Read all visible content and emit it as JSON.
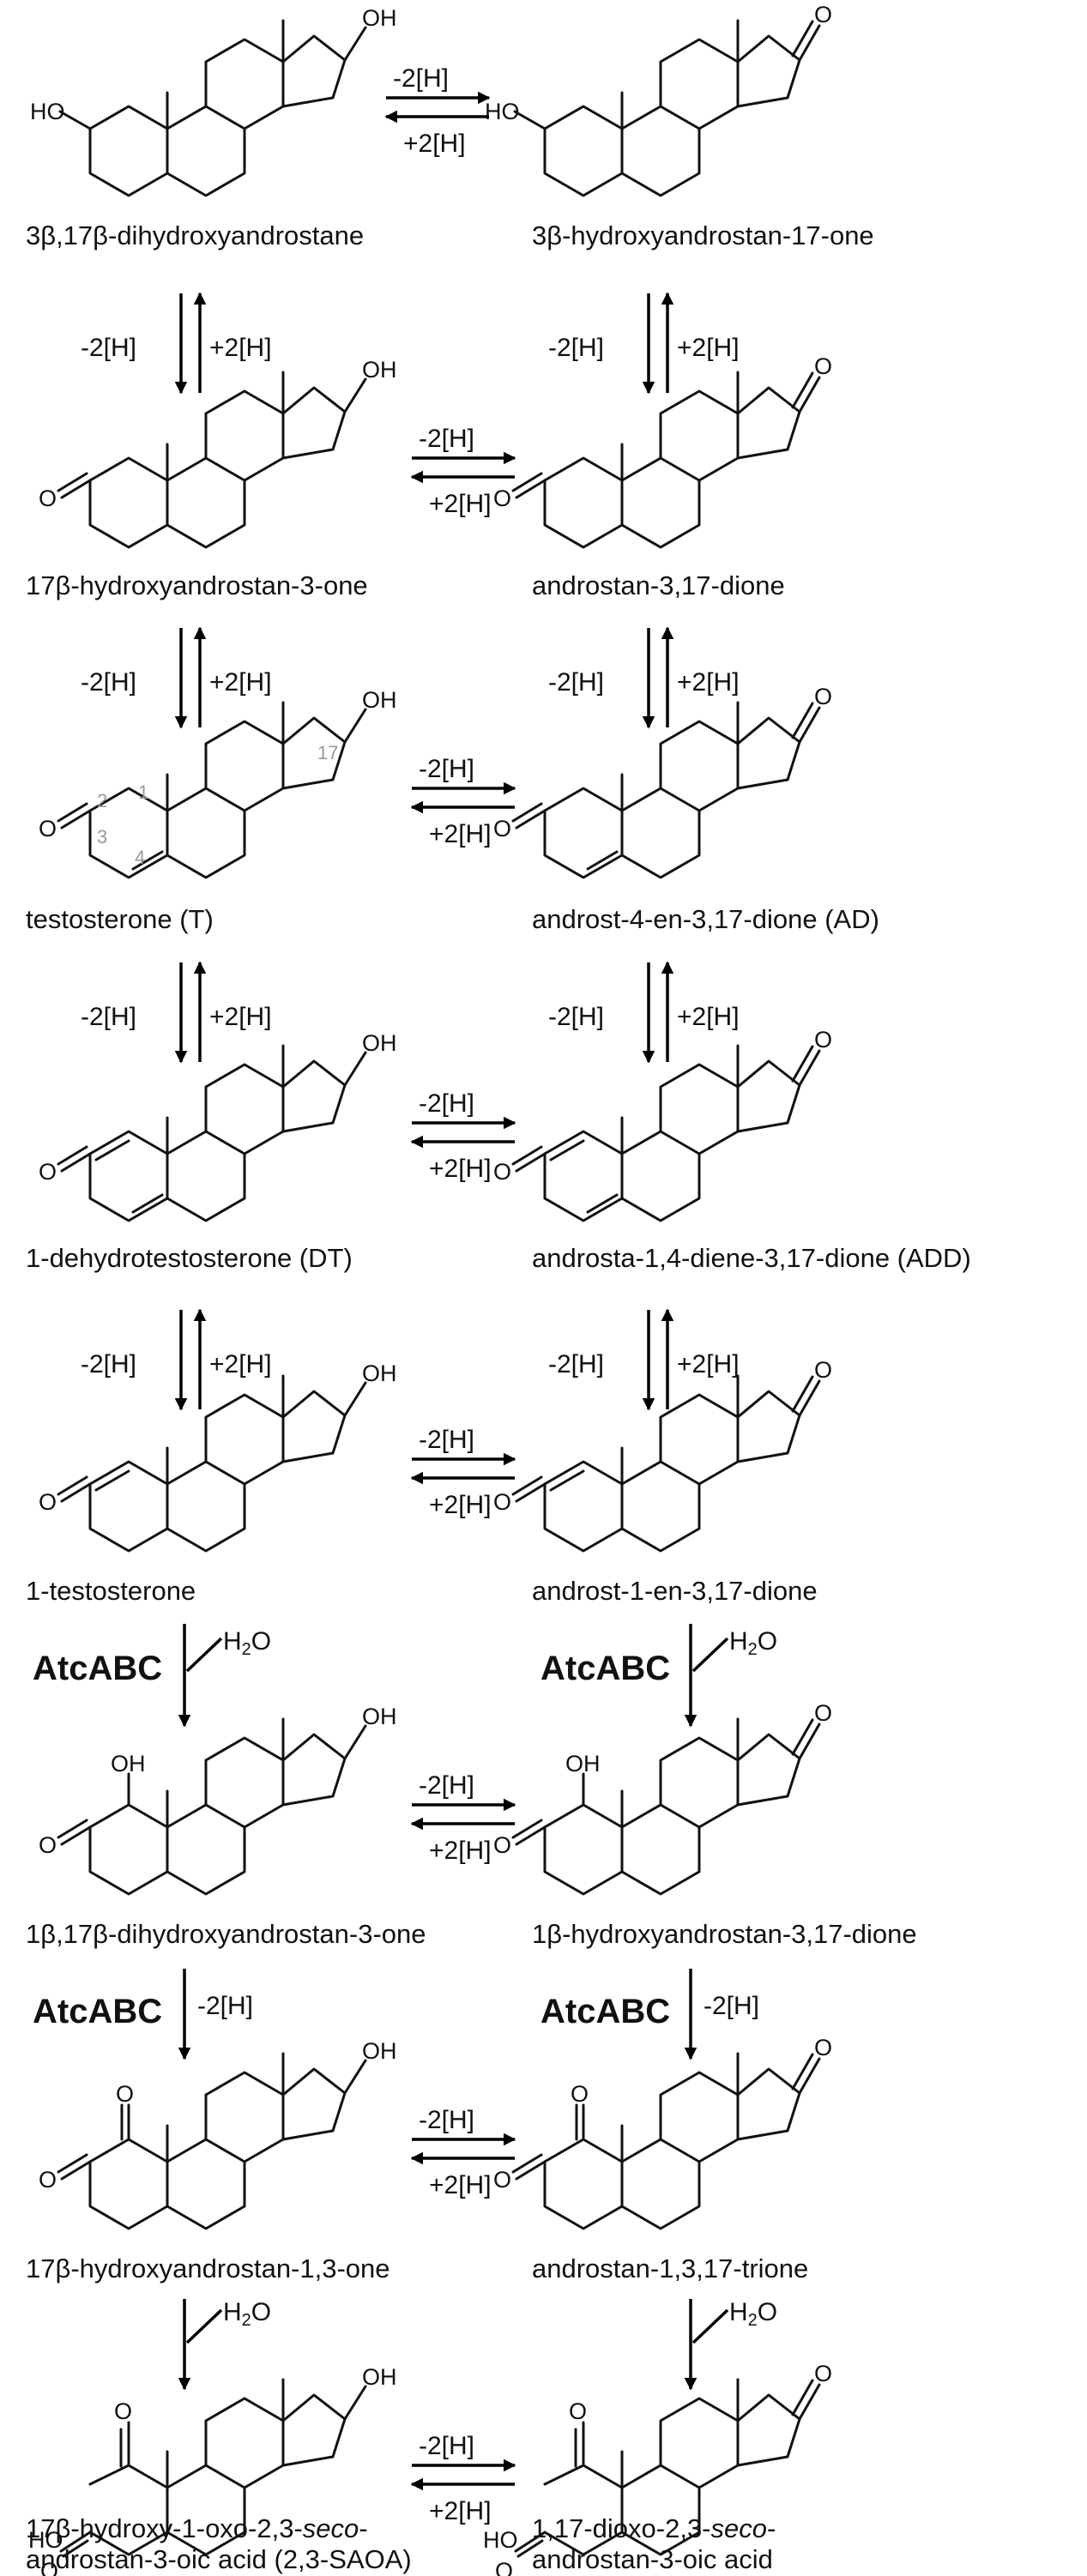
{
  "conditions": {
    "ox": "-2[H]",
    "red": "+2[H]",
    "water": "H2O",
    "water_main": "H",
    "water_sub": "2",
    "water_tail": "O"
  },
  "atoms": {
    "oh": "OH",
    "ho": "HO",
    "o": "O"
  },
  "enzyme": "AtcABC",
  "numbering": [
    "1",
    "2",
    "3",
    "4",
    "17"
  ],
  "compounds": {
    "c1": {
      "label": "3β,17β-dihydroxyandrostane"
    },
    "c2": {
      "label": "3β-hydroxyandrostan-17-one"
    },
    "c3": {
      "label": "17β-hydroxyandrostan-3-one"
    },
    "c4": {
      "label": "androstan-3,17-dione"
    },
    "c5": {
      "label": "testosterone (T)"
    },
    "c6": {
      "label": "androst-4-en-3,17-dione   (AD)"
    },
    "c7": {
      "label": "1-dehydrotestosterone   (DT)"
    },
    "c8": {
      "label": "androsta-1,4-diene-3,17-dione   (ADD)"
    },
    "c9": {
      "label": "1-testosterone"
    },
    "c10": {
      "label": "androst-1-en-3,17-dione"
    },
    "c11": {
      "label": "1β,17β-dihydroxyandrostan-3-one"
    },
    "c12": {
      "label": "1β-hydroxyandrostan-3,17-dione"
    },
    "c13": {
      "label": "17β-hydroxyandrostan-1,3-one"
    },
    "c14": {
      "label": "androstan-1,3,17-trione"
    },
    "c15": {
      "label_line1_a": "17β-hydroxy-1-oxo-2,3-",
      "label_line1_b": "seco",
      "label_line1_c": "-",
      "label_line2": "androstan-3-oic  acid (2,3-SAOA)"
    },
    "c16": {
      "label_line1_a": "1,17-dioxo-2,3-",
      "label_line1_b": "seco",
      "label_line1_c": "-",
      "label_line2": "androstan-3-oic  acid"
    }
  }
}
